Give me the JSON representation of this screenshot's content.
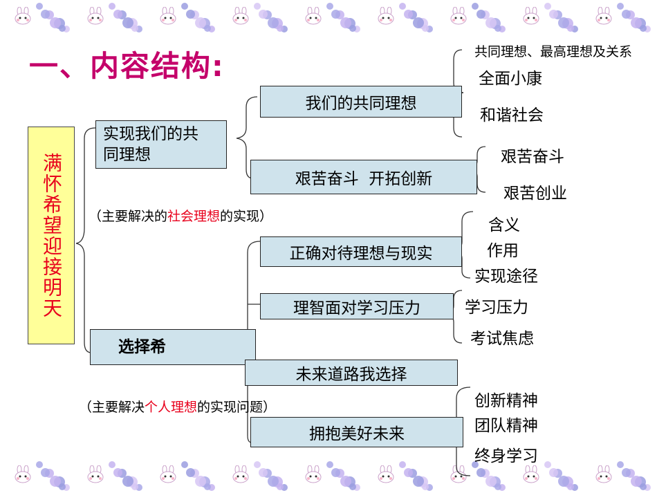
{
  "title": "一、内容结构:",
  "root": "满怀希望迎接明天",
  "section1": {
    "label": "实现我们的共同理想",
    "note_prefix": "（主要解决的",
    "note_highlight": "社会理想",
    "note_suffix": "的实现）",
    "children": [
      {
        "label": "我们的共同理想",
        "items": [
          "共同理想、最高理想及关系",
          "全面小康",
          "和谐社会"
        ]
      },
      {
        "label": "艰苦奋斗  开拓创新",
        "items": [
          "艰苦奋斗",
          "艰苦创业"
        ]
      }
    ]
  },
  "section2": {
    "label": "选择希",
    "note_prefix": "（主要解决",
    "note_highlight": "个人理想",
    "note_suffix": "的实现问题）",
    "children": [
      {
        "label": "正确对待理想与现实",
        "items": [
          "含义",
          "作用",
          "实现途径"
        ]
      },
      {
        "label": "理智面对学习压力",
        "items": [
          "学习压力",
          "考试焦虑"
        ]
      },
      {
        "label": "未来道路我选择",
        "items": []
      },
      {
        "label": "拥抱美好未来",
        "items": [
          "创新精神",
          "团队精神",
          "终身学习"
        ]
      }
    ]
  },
  "colors": {
    "title": "#c4006a",
    "highlight": "#e8001c",
    "box_fill": "#cfe3ec",
    "root_fill": "#ffff99"
  },
  "decorations": {
    "border_icons": [
      "flower-icon",
      "bunny-icon"
    ]
  }
}
